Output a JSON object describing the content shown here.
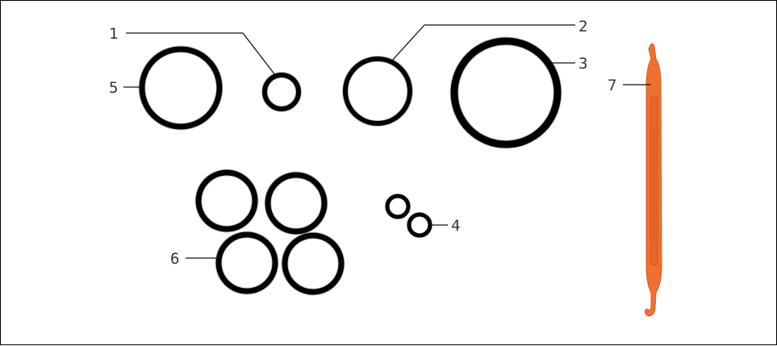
{
  "figure": {
    "callouts": [
      {
        "id": "label-1",
        "text": "1"
      },
      {
        "id": "label-2",
        "text": "2"
      },
      {
        "id": "label-3",
        "text": "3"
      },
      {
        "id": "label-4",
        "text": "4"
      },
      {
        "id": "label-5",
        "text": "5"
      },
      {
        "id": "label-6",
        "text": "6"
      },
      {
        "id": "label-7",
        "text": "7"
      }
    ],
    "colors": {
      "ring": "#000000",
      "tool": "#f07030",
      "tool_dark": "#d85a20"
    }
  }
}
